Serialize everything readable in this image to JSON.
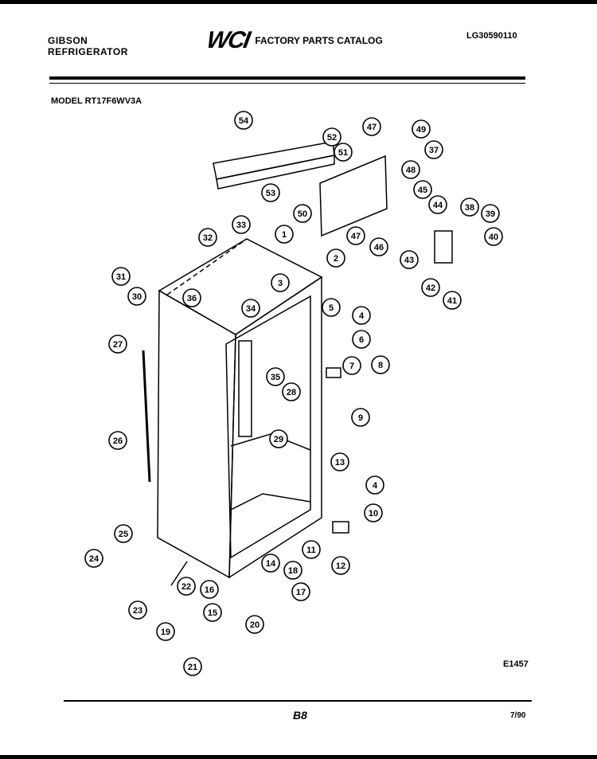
{
  "header": {
    "brand_line1": "GIBSON",
    "brand_line2": "REFRIGERATOR",
    "logo": "WCI",
    "catalog_title": "FACTORY PARTS CATALOG",
    "catalog_code": "LG30590110",
    "model": "MODEL RT17F6WV3A"
  },
  "diagram": {
    "callouts": [
      "54",
      "52",
      "47",
      "49",
      "51",
      "37",
      "53",
      "48",
      "50",
      "45",
      "44",
      "47",
      "46",
      "38",
      "39",
      "40",
      "43",
      "42",
      "41",
      "33",
      "32",
      "1",
      "2",
      "31",
      "30",
      "3",
      "36",
      "34",
      "5",
      "4",
      "6",
      "27",
      "7",
      "8",
      "35",
      "28",
      "29",
      "9",
      "26",
      "13",
      "4",
      "10",
      "25",
      "24",
      "11",
      "12",
      "22",
      "14",
      "18",
      "23",
      "16",
      "17",
      "15",
      "19",
      "20",
      "21"
    ],
    "figure_id": "E1457"
  },
  "footer": {
    "page": "B8",
    "date": "7/90"
  },
  "colors": {
    "ink": "#000000",
    "paper": "#ffffff"
  }
}
